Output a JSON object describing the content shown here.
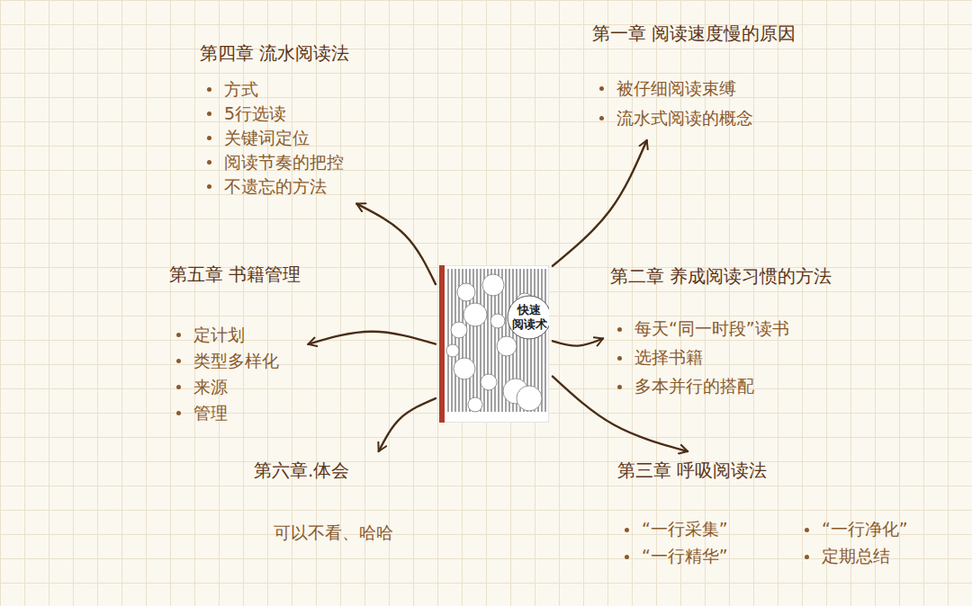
{
  "diagram": {
    "nodes": [
      {
        "text": [
          "快速 阅读术"
        ]
      },
      {
        "text": [
          "第四章 流水阅读法",
          "方式",
          "5行选读",
          "关键词定位",
          "阅读节奏的把控",
          "不遗忘的方法"
        ]
      },
      {
        "text": [
          "第一章 阅读速度慢的原因",
          "被仔细阅读束缚",
          "流水式阅读的概念"
        ]
      },
      {
        "text": [
          "第五章 书籍管理",
          "定计划",
          "类型多样化",
          "来源",
          "管理"
        ]
      },
      {
        "text": [
          "第二章 养成阅读习惯的方法",
          "每天“同一时段”读书",
          "选择书籍",
          "多本并行的搭配"
        ]
      },
      {
        "text": [
          "第六章.体会",
          "可以不看、哈哈"
        ]
      },
      {
        "text": [
          "第三章 呼吸阅读法",
          "“一行采集”",
          "“一行净化”",
          "“一行精华”",
          "定期总结"
        ]
      }
    ],
    "edges": [
      {
        "from": 0,
        "to": 1,
        "arrow": "to"
      },
      {
        "from": 0,
        "to": 2,
        "arrow": "to"
      },
      {
        "from": 0,
        "to": 3,
        "arrow": "to"
      },
      {
        "from": 0,
        "to": 4,
        "arrow": "to"
      },
      {
        "from": 0,
        "to": 5,
        "arrow": "to"
      },
      {
        "from": 0,
        "to": 6,
        "arrow": "to"
      }
    ]
  }
}
